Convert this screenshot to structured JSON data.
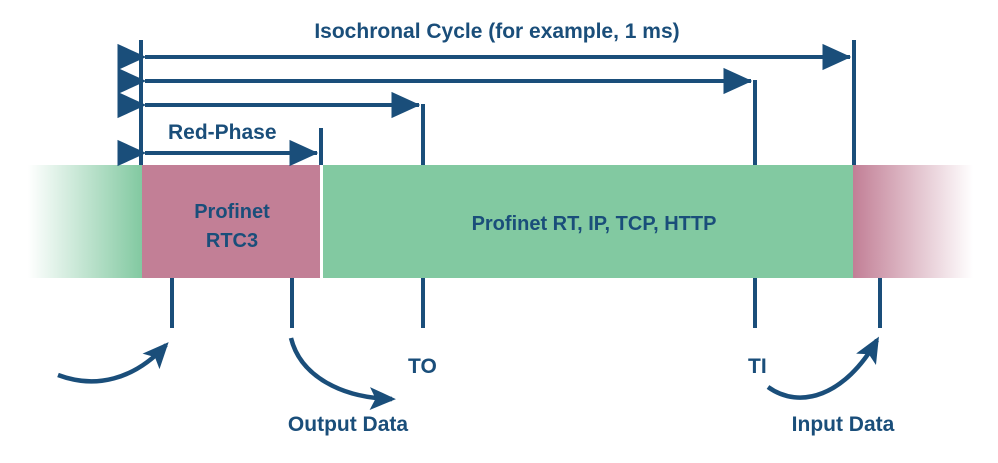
{
  "diagram": {
    "title": "Isochronal Cycle (for example, 1 ms)",
    "colors": {
      "line": "#1A4E7A",
      "text": "#1A4E7A",
      "rtc3_block": "#C27F96",
      "rt_block": "#82C9A1",
      "background": "#FFFFFF"
    },
    "timeline": {
      "red_phase_label": "Red-Phase",
      "blocks": [
        {
          "id": "profinet-rtc3",
          "label_line1": "Profinet",
          "label_line2": "RTC3",
          "color": "#C27F96"
        },
        {
          "id": "profinet-rt",
          "label": "Profinet RT, IP, TCP, HTTP",
          "color": "#82C9A1"
        }
      ]
    },
    "markers": [
      {
        "id": "to",
        "label": "TO"
      },
      {
        "id": "ti",
        "label": "TI"
      }
    ],
    "annotations": [
      {
        "id": "output-data",
        "label": "Output Data"
      },
      {
        "id": "input-data",
        "label": "Input Data"
      }
    ]
  }
}
